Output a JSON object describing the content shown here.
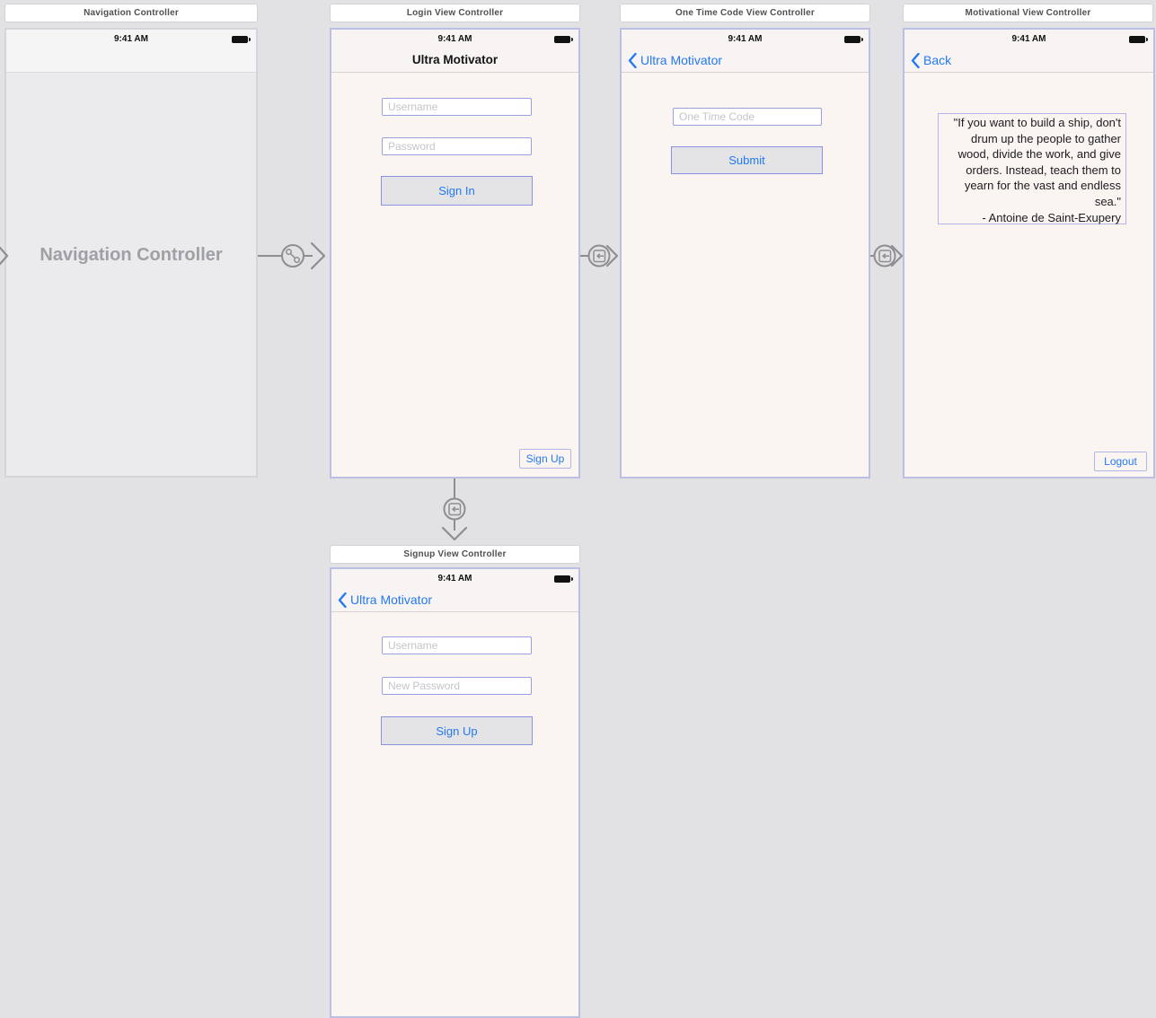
{
  "colors": {
    "canvas_bg": "#e2e2e4",
    "accent_blue": "#2379f4",
    "selection_purple": "#b3b6e8",
    "content_bg": "#fbf5f2"
  },
  "controllers": {
    "navigation": {
      "title_bar": "Navigation Controller",
      "status_time": "9:41 AM",
      "center_label": "Navigation Controller"
    },
    "login": {
      "title_bar": "Login View Controller",
      "status_time": "9:41 AM",
      "nav_title": "Ultra Motivator",
      "username_placeholder": "Username",
      "password_placeholder": "Password",
      "sign_in_label": "Sign In",
      "sign_up_link_label": "Sign Up"
    },
    "one_time_code": {
      "title_bar": "One Time Code View Controller",
      "status_time": "9:41 AM",
      "back_label": "Ultra Motivator",
      "code_placeholder": "One Time Code",
      "submit_label": "Submit"
    },
    "motivational": {
      "title_bar": "Motivational View Controller",
      "status_time": "9:41 AM",
      "back_label": "Back",
      "quote": "\"If you want to build a ship, don't\ndrum up the people to gather\nwood, divide the work, and give\norders. Instead, teach them to\nyearn for the vast and endless\nsea.\"\n- Antoine de Saint-Exupery",
      "logout_label": "Logout"
    },
    "signup": {
      "title_bar": "Signup View Controller",
      "status_time": "9:41 AM",
      "back_label": "Ultra Motivator",
      "username_placeholder": "Username",
      "new_password_placeholder": "New Password",
      "sign_up_label": "Sign Up"
    }
  }
}
